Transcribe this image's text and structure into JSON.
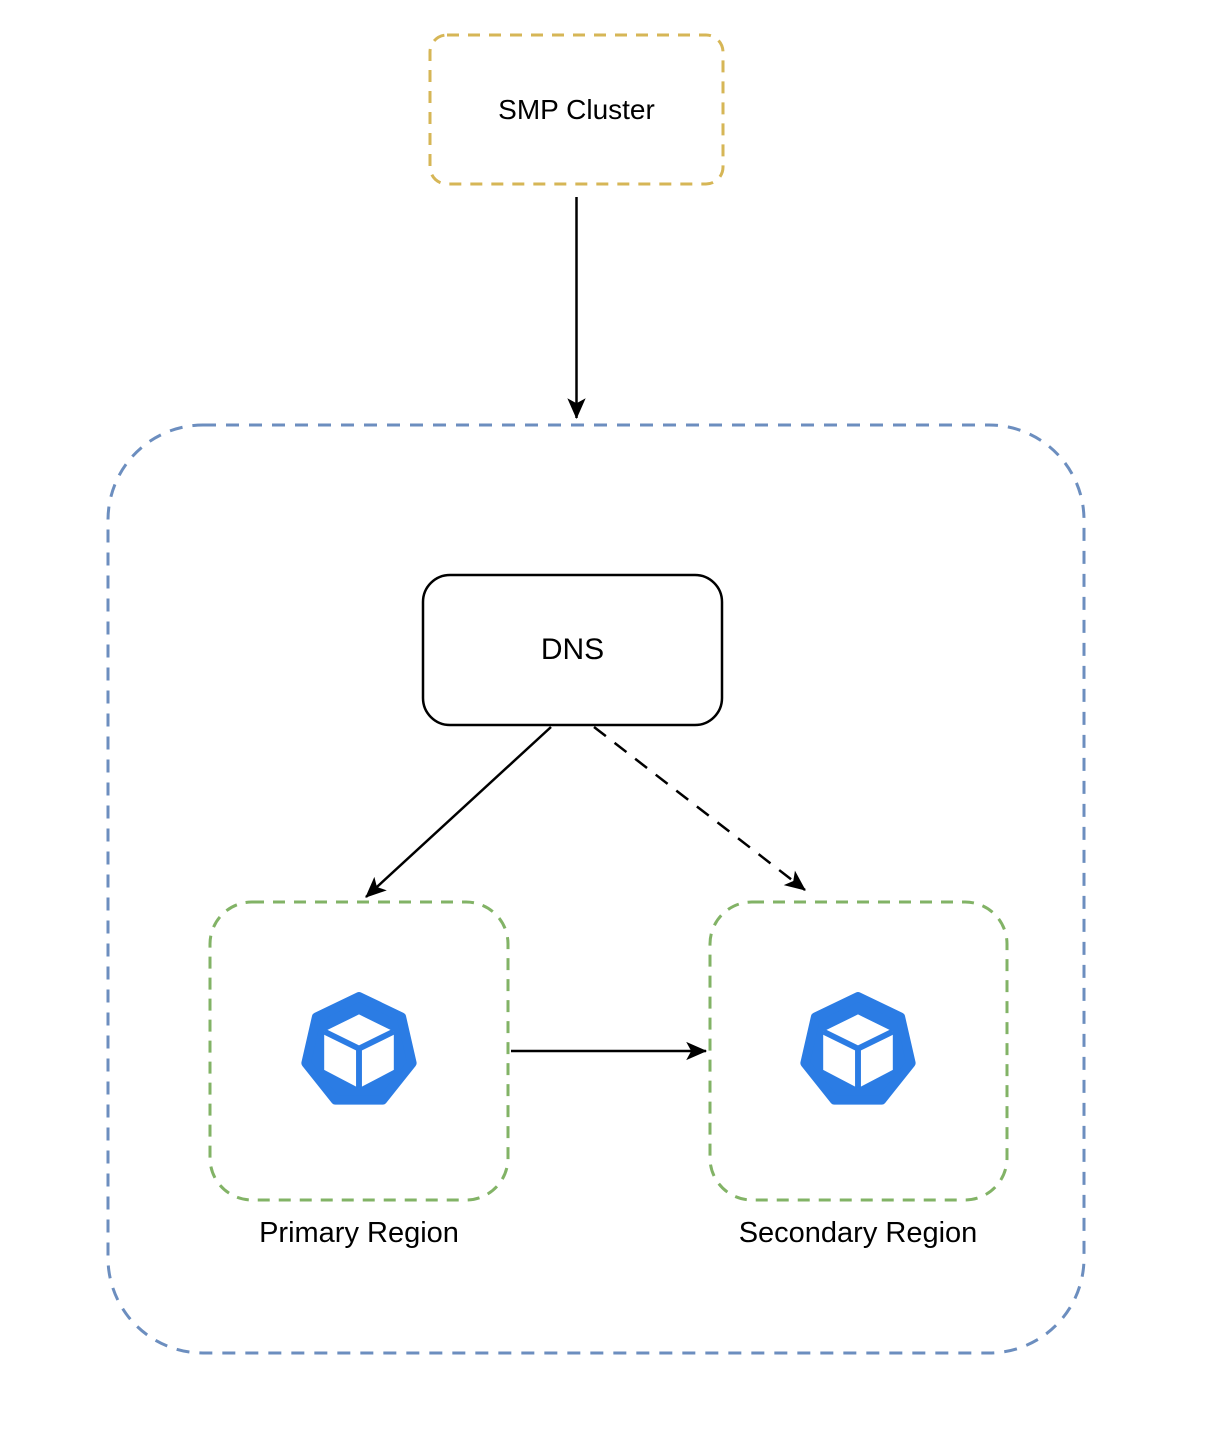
{
  "diagram": {
    "nodes": {
      "smp_cluster": {
        "label": "SMP Cluster"
      },
      "dns": {
        "label": "DNS"
      },
      "primary_region": {
        "label": "Primary Region",
        "icon": "cluster-cube-icon"
      },
      "secondary_region": {
        "label": "Secondary Region",
        "icon": "cluster-cube-icon"
      }
    },
    "edges": [
      {
        "from": "SMP Cluster",
        "to": "DNS container",
        "style": "solid-arrow"
      },
      {
        "from": "DNS",
        "to": "Primary Region",
        "style": "solid-arrow"
      },
      {
        "from": "DNS",
        "to": "Secondary Region",
        "style": "dashed-arrow"
      },
      {
        "from": "Primary Region",
        "to": "Secondary Region",
        "style": "solid-arrow"
      }
    ],
    "colors": {
      "smp_cluster_border": "#d6b656",
      "outer_container_border": "#6c8ebf",
      "region_border": "#82b366",
      "dns_border": "#000000",
      "icon_blue": "#2b7ce4",
      "arrow": "#000000",
      "canvas_background": "#ffffff"
    }
  }
}
